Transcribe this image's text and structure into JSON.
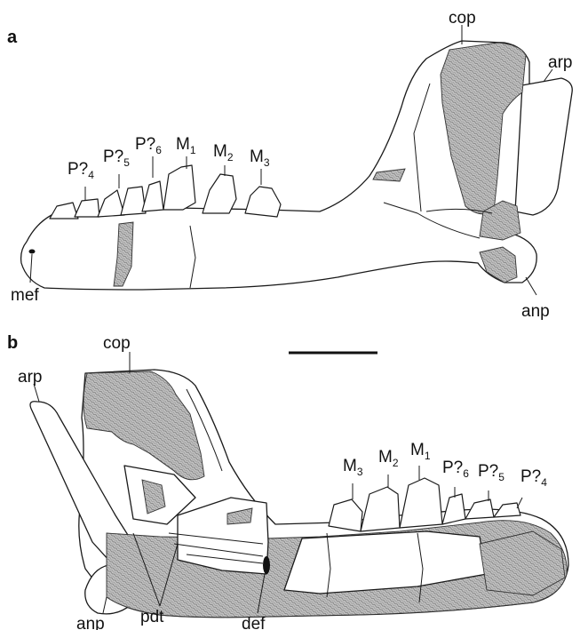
{
  "panel_a": {
    "letter": "a",
    "labels": {
      "cop": "cop",
      "arp": "arp",
      "mef": "mef",
      "anp": "anp",
      "p4": "P?",
      "p4_sub": "4",
      "p5": "P?",
      "p5_sub": "5",
      "p6": "P?",
      "p6_sub": "6",
      "m1": "M",
      "m1_sub": "1",
      "m2": "M",
      "m2_sub": "2",
      "m3": "M",
      "m3_sub": "3"
    }
  },
  "panel_b": {
    "letter": "b",
    "labels": {
      "cop": "cop",
      "arp": "arp",
      "anp": "anp",
      "pdt": "pdt",
      "def": "def",
      "m3": "M",
      "m3_sub": "3",
      "m2": "M",
      "m2_sub": "2",
      "m1": "M",
      "m1_sub": "1",
      "p6": "P?",
      "p6_sub": "6",
      "p5": "P?",
      "p5_sub": "5",
      "p4": "P?",
      "p4_sub": "4"
    }
  },
  "colors": {
    "ink": "#1a1a1a",
    "matrix_hatch": "#8a8a8a",
    "background": "#ffffff"
  },
  "scale_bar": {
    "shown": true
  }
}
